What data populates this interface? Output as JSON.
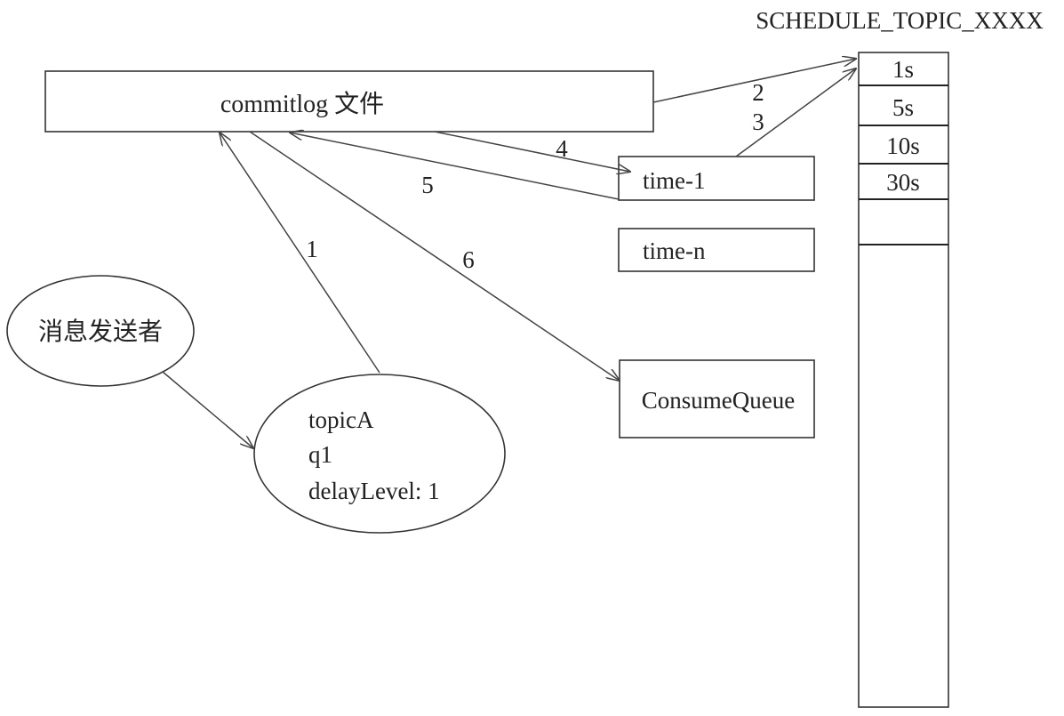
{
  "schedule_topic": {
    "title": "SCHEDULE_TOPIC_XXXX",
    "levels": [
      "1s",
      "5s",
      "10s",
      "30s",
      ""
    ]
  },
  "nodes": {
    "commitlog": "commitlog 文件",
    "time_1": "time-1",
    "time_n": "time-n",
    "consume_queue": "ConsumeQueue",
    "sender": "消息发送者",
    "message": {
      "lines": [
        "topicA",
        "q1",
        "delayLevel: 1"
      ]
    }
  },
  "edges": {
    "step_1": "1",
    "step_2": "2",
    "step_3": "3",
    "step_4": "4",
    "step_5": "5",
    "step_6": "6"
  },
  "colors": {
    "stroke": "#333333",
    "text": "#222222",
    "background": "#ffffff"
  }
}
